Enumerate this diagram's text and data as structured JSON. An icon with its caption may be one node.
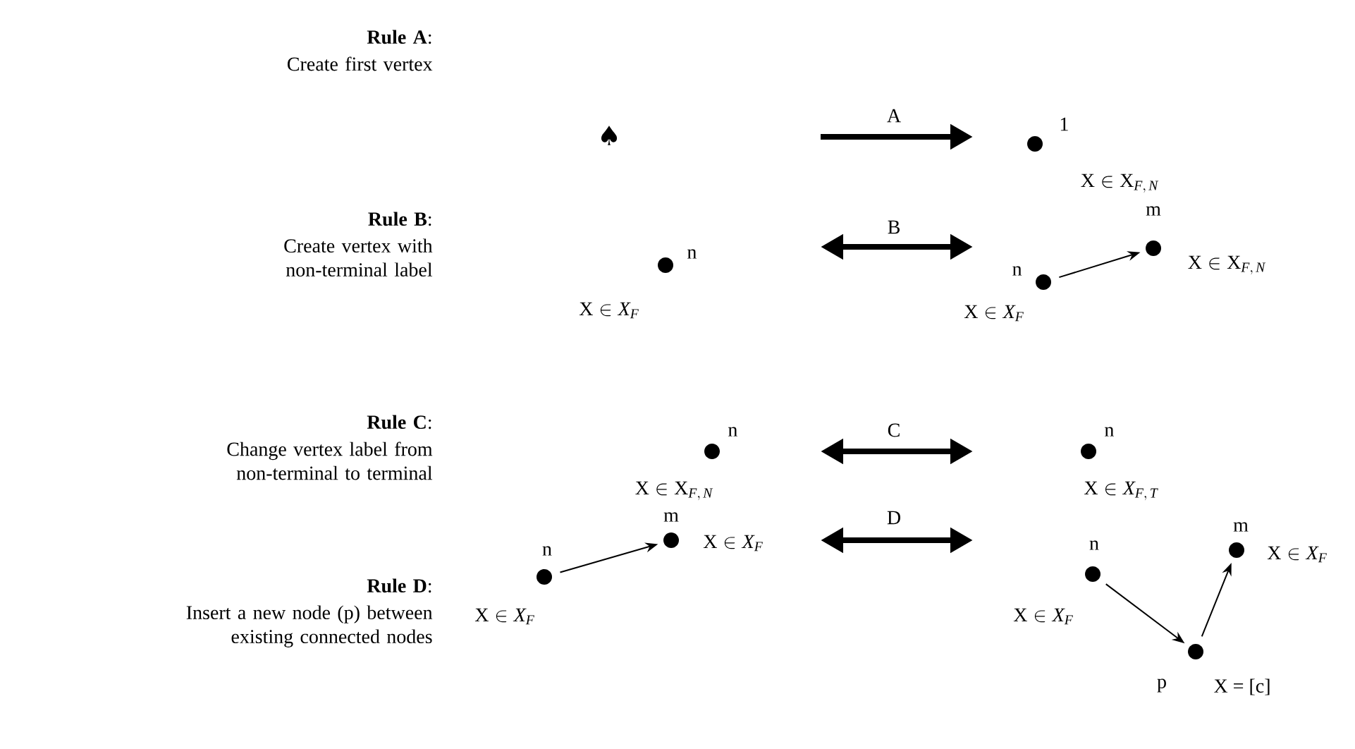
{
  "diagram": {
    "nodes": [
      {
        "text": [
          "♠"
        ]
      },
      {
        "text": [],
        "shape": "circle",
        "beside": [
          "1",
          "\\mathrm{X} \\in \\mathrm{X}_{F,\\,N}"
        ]
      },
      {
        "text": [],
        "shape": "circle",
        "beside": [
          "n",
          "\\mathrm{X} \\in X_{F}"
        ]
      },
      {
        "text": [],
        "shape": "circle",
        "beside": [
          "n",
          "\\mathrm{X} \\in X_{F}"
        ]
      },
      {
        "text": [],
        "shape": "circle",
        "beside": [
          "m",
          "\\mathrm{X} \\in \\mathrm{X}_{F,\\,N}"
        ]
      },
      {
        "text": [],
        "shape": "circle",
        "beside": [
          "n",
          "\\mathrm{X} \\in \\mathrm{X}_{F,\\,N}"
        ]
      },
      {
        "text": [],
        "shape": "circle",
        "beside": [
          "n",
          "\\mathrm{X} \\in X_{F,\\,T}"
        ]
      },
      {
        "text": [],
        "shape": "circle",
        "beside": [
          "n",
          "\\mathrm{X} \\in X_{F}"
        ]
      },
      {
        "text": [],
        "shape": "circle",
        "beside": [
          "m",
          "\\mathrm{X} \\in X_{F}"
        ]
      },
      {
        "text": [],
        "shape": "circle",
        "beside": [
          "n",
          "\\mathrm{X} \\in X_{F}"
        ]
      },
      {
        "text": [],
        "shape": "circle",
        "beside": [
          "m",
          "\\mathrm{X} \\in X_{F}"
        ]
      },
      {
        "text": [],
        "shape": "circle",
        "beside": [
          "p",
          "X = [c]"
        ]
      }
    ],
    "edges": [
      {
        "from": 3,
        "to": 4,
        "arrow": "to"
      },
      {
        "from": 7,
        "to": 8,
        "arrow": "to"
      },
      {
        "from": 9,
        "to": 11,
        "arrow": "to"
      },
      {
        "from": 11,
        "to": 10,
        "arrow": "to"
      }
    ],
    "labels": [
      "**Rule A**:",
      "Create first vertex",
      "A",
      "**Rule B**:",
      "Create vertex with non-terminal label",
      "B",
      "**Rule C**:",
      "Change vertex label from non-terminal to terminal",
      "C",
      "**Rule D**:",
      "Insert a new node (p) between existing connected nodes",
      "D"
    ]
  }
}
